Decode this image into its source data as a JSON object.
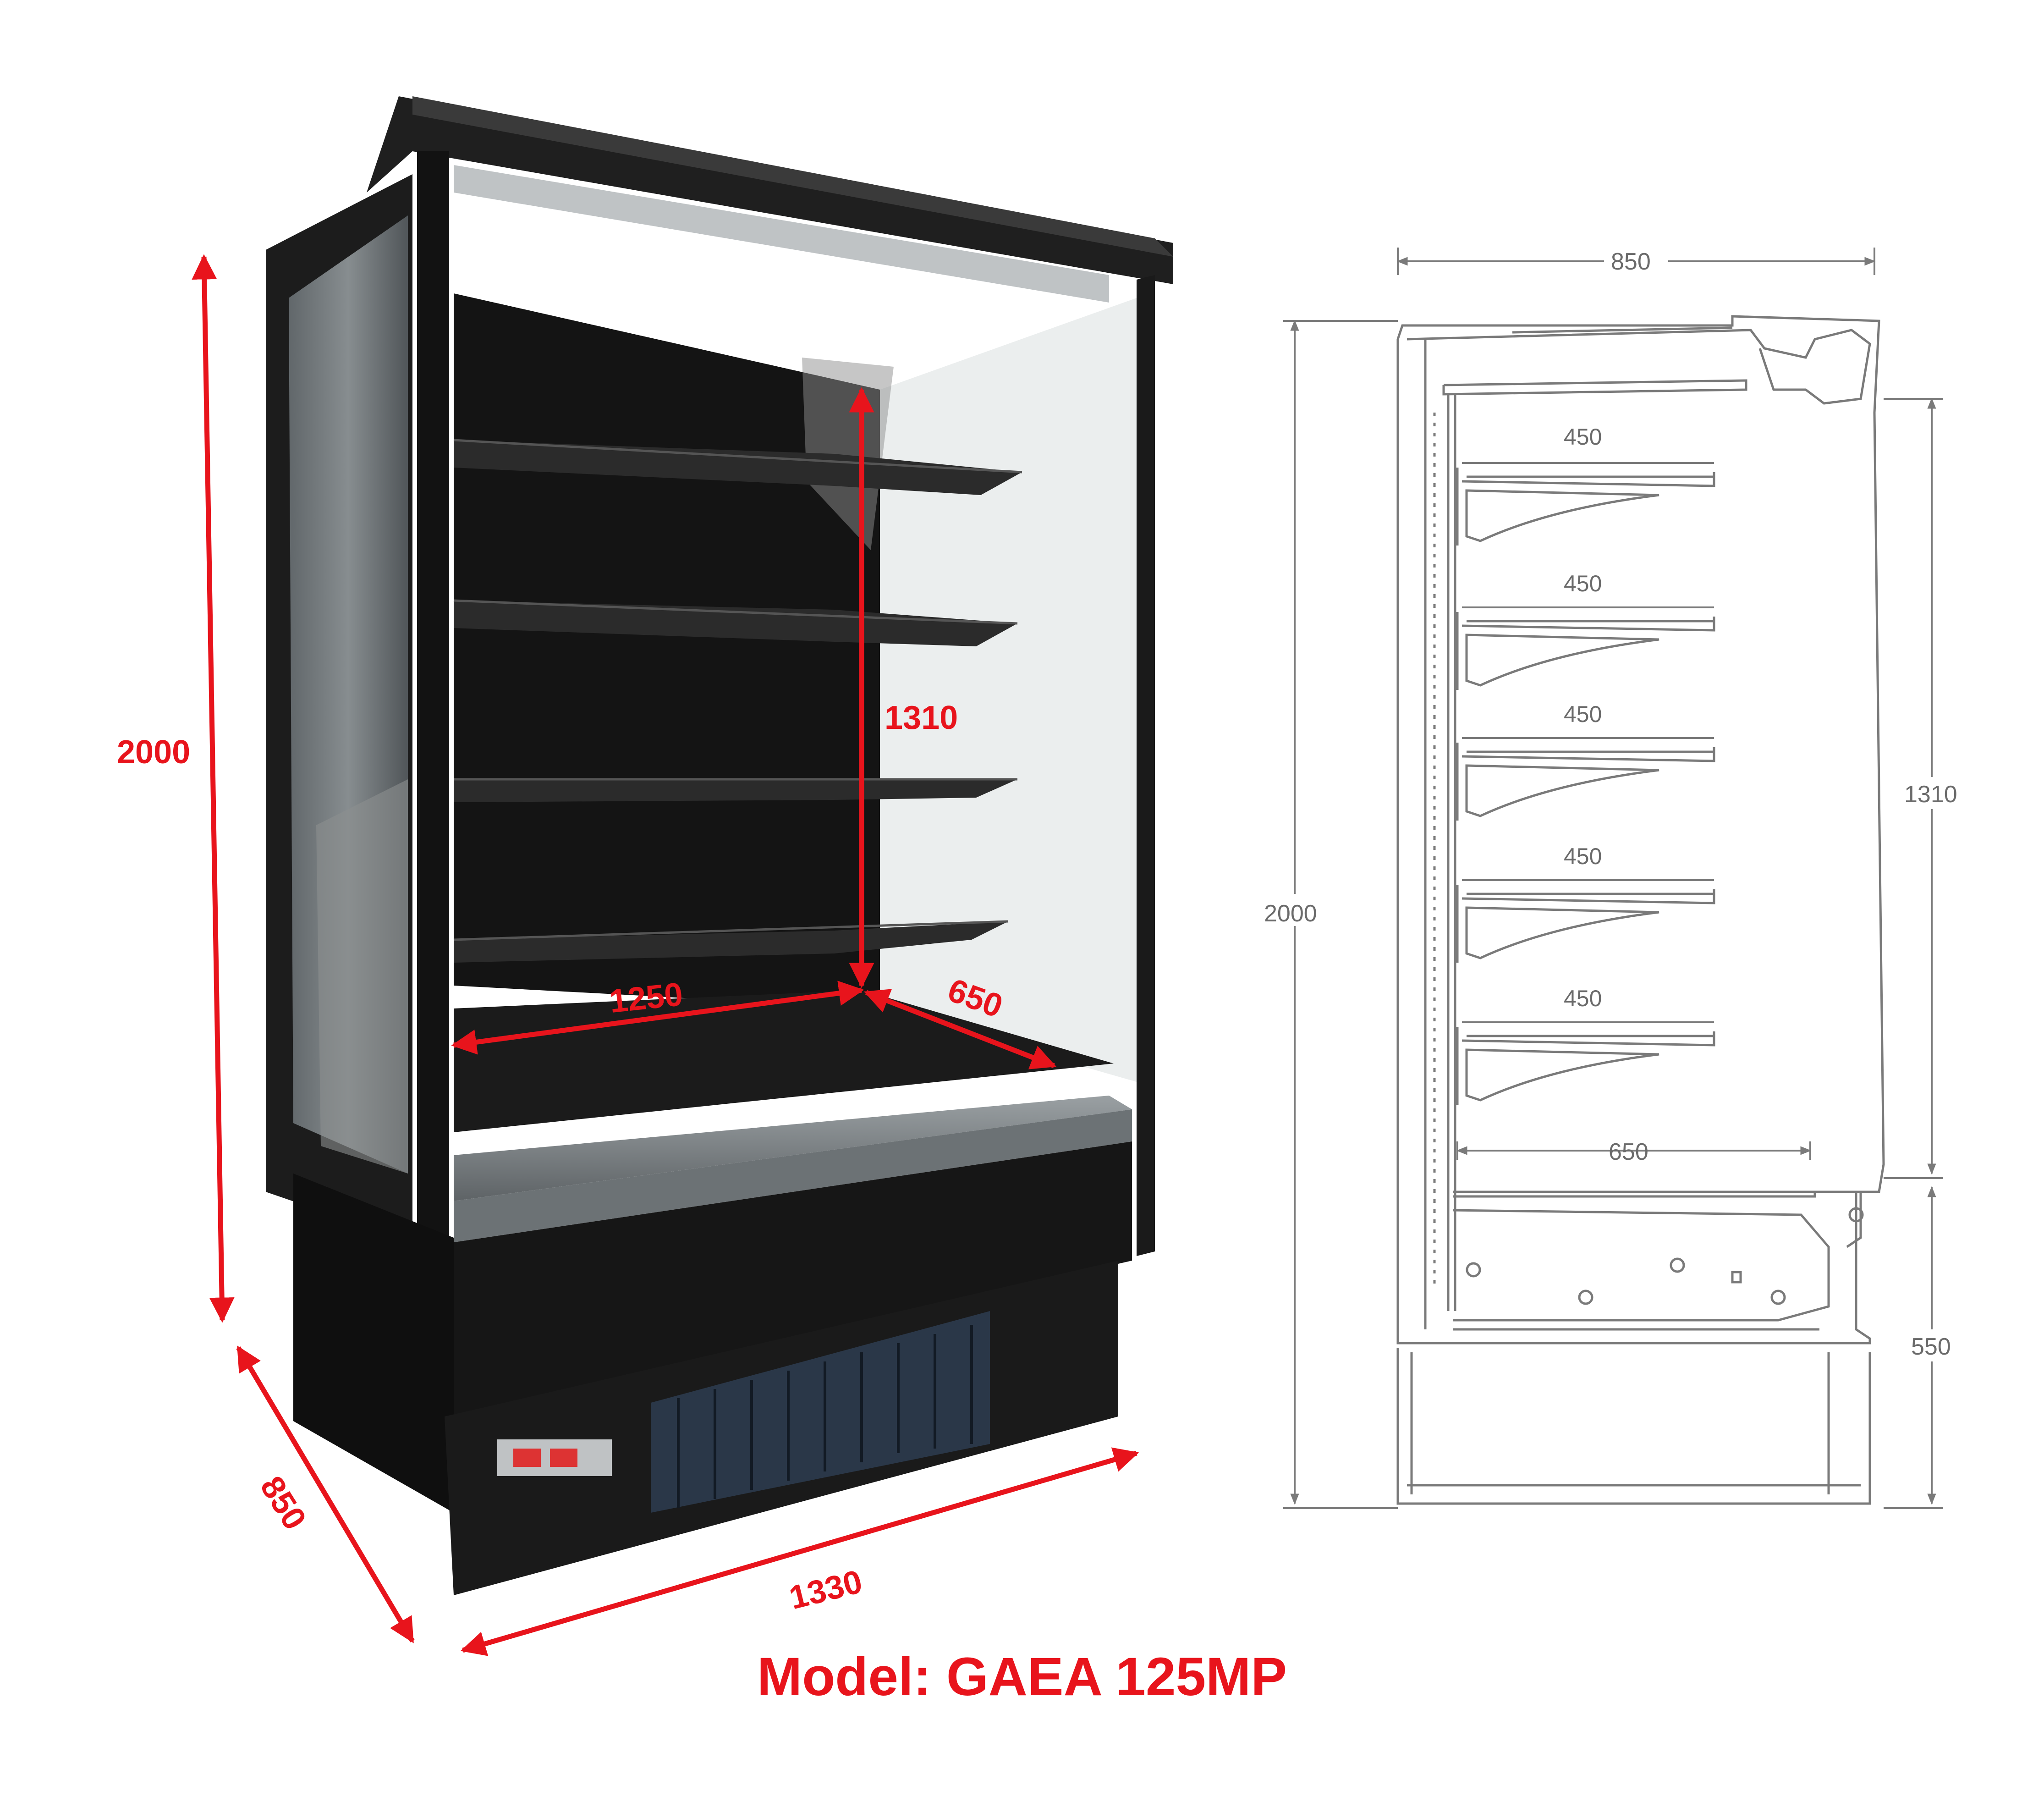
{
  "photo_dimensions": {
    "height": "2000",
    "inner_height": "1310",
    "inner_width": "1250",
    "inner_depth": "650",
    "depth": "850",
    "width": "1330"
  },
  "drawing_dimensions": {
    "depth": "850",
    "height": "2000",
    "shelves": [
      "450",
      "450",
      "450",
      "450",
      "450"
    ],
    "base_depth": "650",
    "display_height": "1310",
    "base_height": "550"
  },
  "model": "Model: GAEA 125MP",
  "colors": {
    "dimension_red": "#e8141c",
    "cabinet_black": "#161616",
    "drawing_line": "#7a7a7a"
  }
}
